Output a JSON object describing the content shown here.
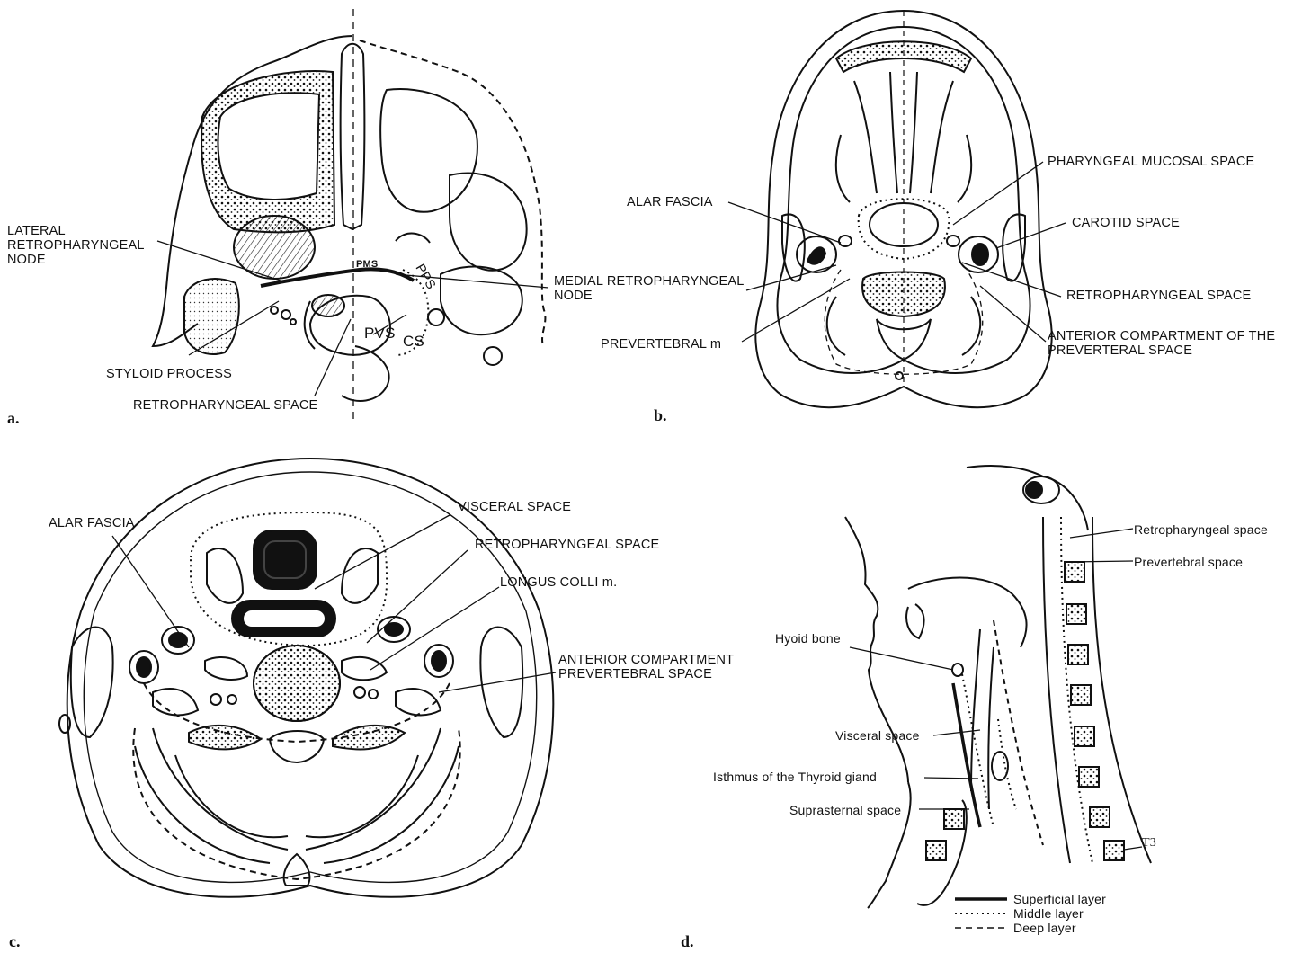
{
  "panels": {
    "a": {
      "label": "a.",
      "labels": {
        "lateral_rp_node": "LATERAL\nRETROPHARYNGEAL\nNODE",
        "medial_rp_node": "MEDIAL RETROPHARYNGEAL\nNODE",
        "styloid_process": "STYLOID PROCESS",
        "retropharyngeal_space": "RETROPHARYNGEAL SPACE",
        "pms": "PMS",
        "pps": "PPS",
        "pvs": "PVS",
        "cs": "CS"
      }
    },
    "b": {
      "label": "b.",
      "labels": {
        "alar_fascia": "ALAR FASCIA",
        "pharyngeal_mucosal_space": "PHARYNGEAL MUCOSAL SPACE",
        "carotid_space": "CAROTID SPACE",
        "retropharyngeal_space": "RETROPHARYNGEAL SPACE",
        "anterior_compartment": "ANTERIOR COMPARTMENT OF THE\nPREVERTERAL SPACE",
        "prevertebral_m": "PREVERTEBRAL m"
      }
    },
    "c": {
      "label": "c.",
      "labels": {
        "alar_fascia": "ALAR FASCIA",
        "visceral_space": "VISCERAL SPACE",
        "retropharyngeal_space": "RETROPHARYNGEAL SPACE",
        "longus_colli": "LONGUS COLLI m.",
        "anterior_compartment": "ANTERIOR COMPARTMENT\nPREVERTEBRAL SPACE"
      }
    },
    "d": {
      "label": "d.",
      "labels": {
        "retropharyngeal_space": "Retropharyngeal space",
        "prevertebral_space": "Prevertebral space",
        "hyoid_bone": "Hyoid bone",
        "visceral_space": "Visceral space",
        "isthmus_thyroid": "Isthmus of the Thyroid giand",
        "suprasternal_space": "Suprasternal space",
        "t3": "T3"
      },
      "legend": [
        {
          "text": "Superficial layer",
          "style": "solid"
        },
        {
          "text": "Middle layer",
          "style": "dotted"
        },
        {
          "text": "Deep layer",
          "style": "dashed"
        }
      ]
    }
  }
}
